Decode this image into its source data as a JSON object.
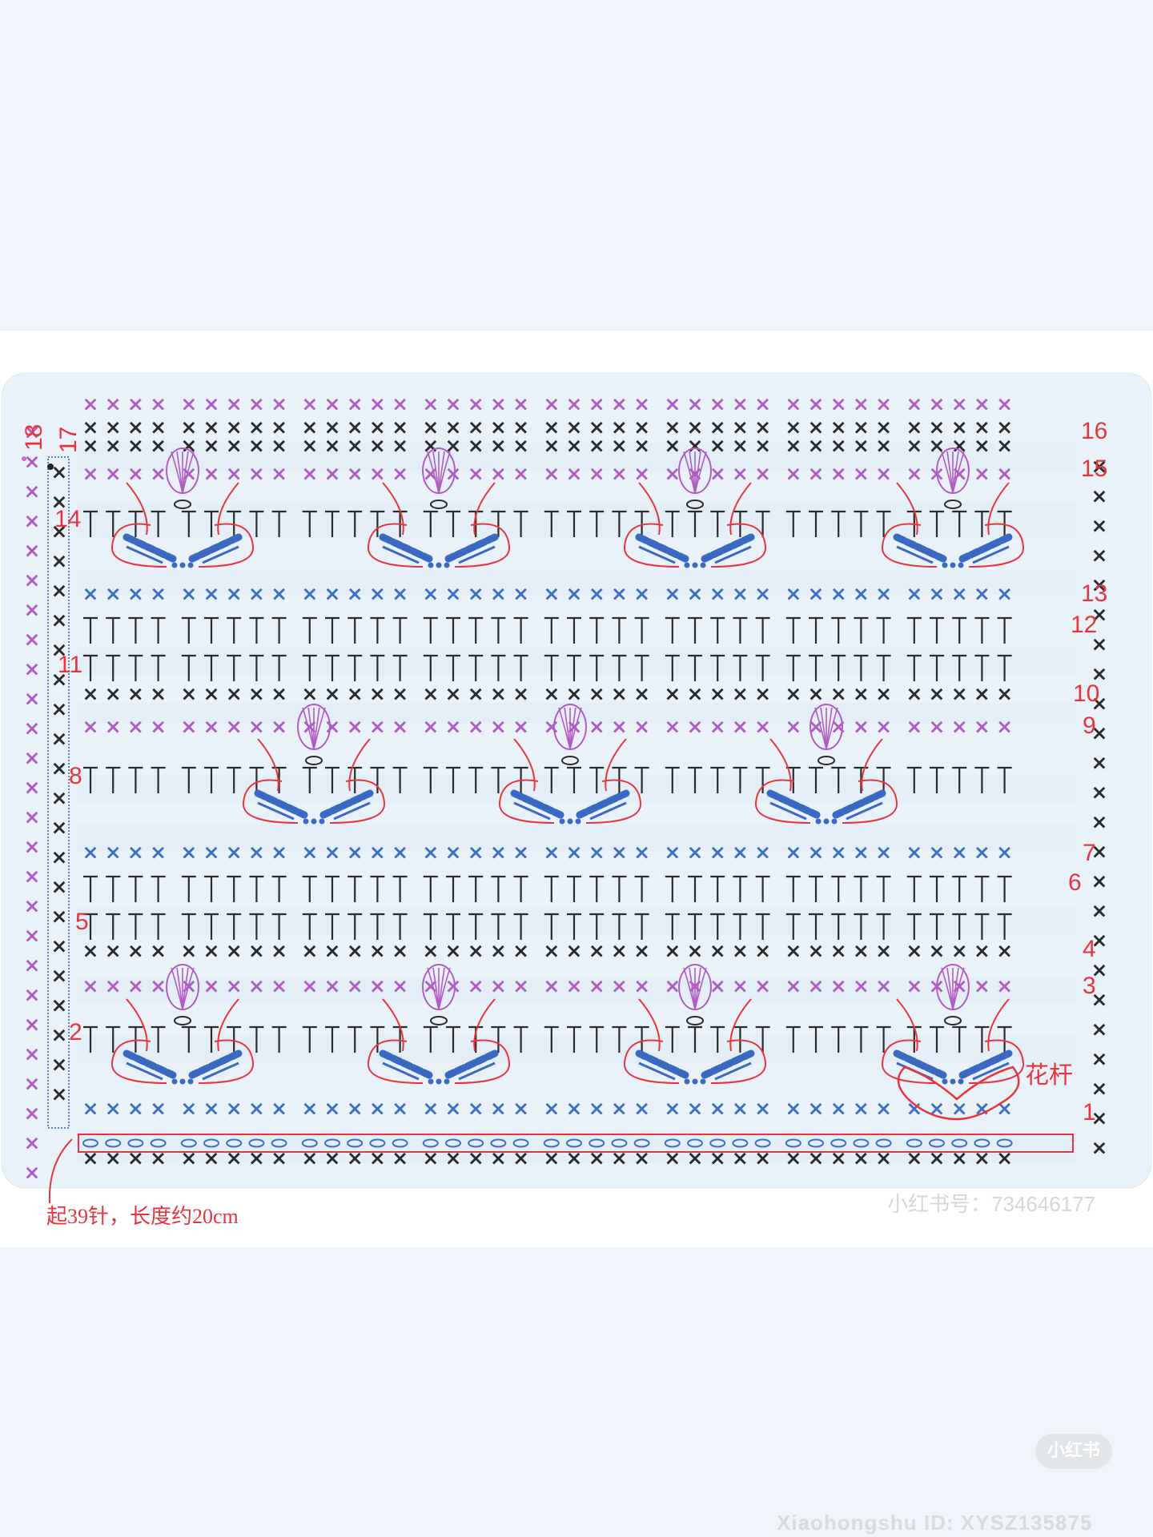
{
  "colors": {
    "sc_black": "#2b2b2b",
    "sc_purple": "#b05cc4",
    "sc_blue": "#3d6fc4",
    "dc_black": "#2b2b2b",
    "puff_purple": "#b05cc4",
    "cluster_blue": "#3b68c0",
    "outline_red": "#e8343d",
    "band_light": "#e4eef7"
  },
  "row_labels_right": [
    "16",
    "15",
    "13",
    "12",
    "10",
    "9",
    "7",
    "6",
    "4",
    "3",
    "1"
  ],
  "row_labels_left": [
    "18",
    "17",
    "14",
    "11",
    "8",
    "5",
    "2"
  ],
  "callout_label": "花杆",
  "caption": "起39针，长度约20cm",
  "watermark": {
    "account": "小红书号：734646177",
    "logo": "小红书",
    "id_line": "Xiaohongshu ID: XYSZ135875"
  },
  "chart_data": {
    "type": "crochet_chart",
    "foundation_chains": 39,
    "length": "约20cm",
    "rows": [
      {
        "row": "1",
        "stitch": "single crochet (×)",
        "color": "blue"
      },
      {
        "row": "2",
        "stitch": "double crochet (T) + cluster motifs",
        "color": "black"
      },
      {
        "row": "3",
        "stitch": "single crochet (×) + puff",
        "color": "purple"
      },
      {
        "row": "4",
        "stitch": "single crochet (×)",
        "color": "black"
      },
      {
        "row": "5",
        "stitch": "double crochet (T)",
        "color": "black"
      },
      {
        "row": "6",
        "stitch": "double crochet (T)",
        "color": "black"
      },
      {
        "row": "7",
        "stitch": "single crochet (×)",
        "color": "blue"
      },
      {
        "row": "8",
        "stitch": "double crochet (T) + cluster motifs",
        "color": "black"
      },
      {
        "row": "9",
        "stitch": "single crochet (×) + puff",
        "color": "purple"
      },
      {
        "row": "10",
        "stitch": "single crochet (×)",
        "color": "black"
      },
      {
        "row": "11",
        "stitch": "double crochet (T)",
        "color": "black"
      },
      {
        "row": "12",
        "stitch": "double crochet (T)",
        "color": "black"
      },
      {
        "row": "13",
        "stitch": "single crochet (×)",
        "color": "blue"
      },
      {
        "row": "14",
        "stitch": "double crochet (T) + cluster motifs",
        "color": "black"
      },
      {
        "row": "15",
        "stitch": "single crochet (×) + puff",
        "color": "purple"
      },
      {
        "row": "16",
        "stitch": "single crochet (×)",
        "color": "black"
      },
      {
        "row": "17",
        "stitch": "single crochet (×)",
        "color": "black"
      },
      {
        "row": "18",
        "stitch": "single crochet (×)",
        "color": "purple"
      }
    ],
    "motifs_per_row": {
      "2": 4,
      "8": 3,
      "14": 4
    }
  }
}
